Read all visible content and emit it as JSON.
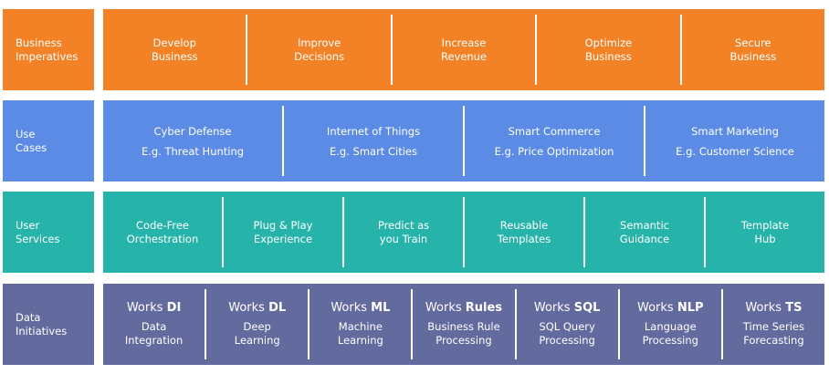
{
  "rows": {
    "business": {
      "label": "Business\nImperatives",
      "items": [
        "Develop\nBusiness",
        "Improve\nDecisions",
        "Increase\nRevenue",
        "Optimize\nBusiness",
        "Secure\nBusiness"
      ]
    },
    "usecases": {
      "label": "Use\nCases",
      "items": [
        "Cyber Defense\nE.g. Threat Hunting",
        "Internet of Things\nE.g. Smart Cities",
        "Smart Commerce\nE.g. Price Optimization",
        "Smart Marketing\nE.g. Customer Science"
      ]
    },
    "services": {
      "label": "User\nServices",
      "items": [
        "Code-Free\nOrchestration",
        "Plug & Play\nExperience",
        "Predict as\nyou Train",
        "Reusable\nTemplates",
        "Semantic\nGuidance",
        "Template\nHub"
      ]
    },
    "data": {
      "label": "Data\nInitiatives",
      "items": [
        {
          "prefix": "Works",
          "bold": "DI",
          "desc": "Data\nIntegration"
        },
        {
          "prefix": "Works",
          "bold": "DL",
          "desc": "Deep\nLearning"
        },
        {
          "prefix": "Works",
          "bold": "ML",
          "desc": "Machine\nLearning"
        },
        {
          "prefix": "Works",
          "bold": "Rules",
          "desc": "Business Rule\nProcessing"
        },
        {
          "prefix": "Works",
          "bold": "SQL",
          "desc": "SQL Query\nProcessing"
        },
        {
          "prefix": "Works",
          "bold": "NLP",
          "desc": "Language\nProcessing"
        },
        {
          "prefix": "Works",
          "bold": "TS",
          "desc": "Time Series\nForecasting"
        }
      ]
    }
  },
  "colors": {
    "business": "#f28225",
    "usecases": "#5b8be4",
    "services": "#26b3a9",
    "data": "#636a9e"
  }
}
